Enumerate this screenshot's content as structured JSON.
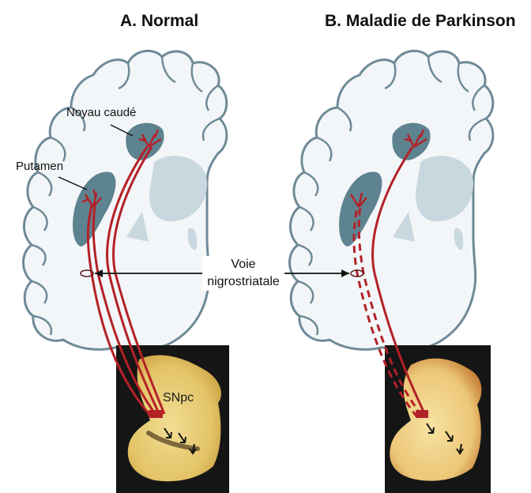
{
  "panels": {
    "normal": {
      "title": "A. Normal",
      "photo_label": "SNpc"
    },
    "parkinson": {
      "title": "B. Maladie de Parkinson"
    }
  },
  "labels": {
    "caudate": "Noyau caudé",
    "putamen": "Putamen",
    "pathway_line1": "Voie",
    "pathway_line2": "nigrostriatale"
  },
  "colors": {
    "fiber": "#b32127",
    "nucleus": "#5e8390",
    "pale_structure": "#c9d7de",
    "brain_fill": "#f3f6f8",
    "brain_outline": "#6f8a97",
    "photo_bg": "#151515",
    "tissue_normal": "#e9cf7a",
    "tissue_parkinson": "#f0d48a"
  }
}
